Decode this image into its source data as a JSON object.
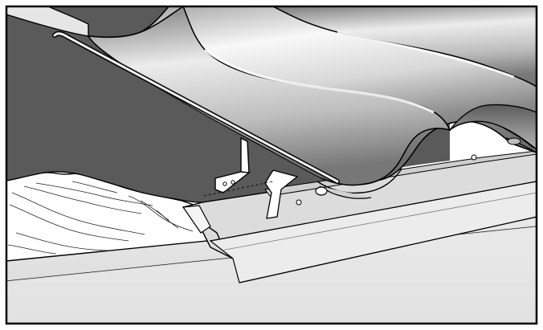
{
  "illustration": {
    "kind": "technical-line-drawing",
    "subject": "roof-tile-eaves-cross-section",
    "components": [
      {
        "name": "roman-roof-tiles",
        "material": "shaded-metal-finish"
      },
      {
        "name": "underlay-membrane",
        "material": "dark-grey-sheet"
      },
      {
        "name": "timber-batten",
        "material": "wood-grain"
      },
      {
        "name": "eaves-fascia-board",
        "material": "light-grey-board"
      },
      {
        "name": "eaves-ventilation-comb",
        "material": "profiled-strip"
      },
      {
        "name": "tile-support-bracket",
        "material": "bent-metal-strap"
      },
      {
        "name": "drip-rail",
        "material": "metal-rod"
      }
    ],
    "colors": {
      "outline": "#000000",
      "underlay": "#5a5a5a",
      "fascia": "#e4e4e4",
      "wood": "#ffffff",
      "tile_highlight": "#f8f8f8",
      "tile_shadow": "#6e6e6e"
    },
    "text_labels": []
  }
}
